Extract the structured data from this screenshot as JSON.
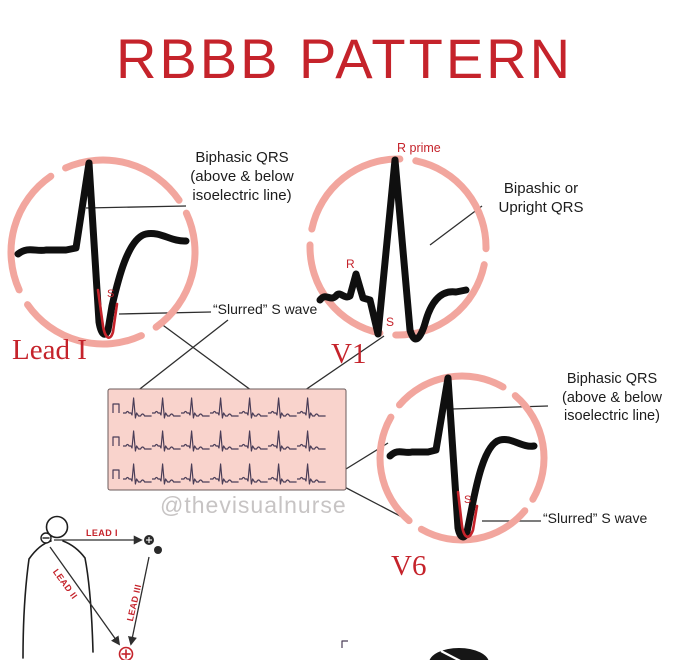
{
  "title": "RBBB PATTERN",
  "watermark": "@thevisualnurse",
  "leads": {
    "lead1": {
      "label": "Lead I",
      "annotation_biphasic": "Biphasic QRS\n(above & below\nisoelectric line)",
      "annotation_slurred": "“Slurred” S wave",
      "marker_s": "S"
    },
    "v1": {
      "label": "V1",
      "marker_r_prime": "R prime",
      "marker_r": "R",
      "marker_s": "S",
      "annotation_qrs": "Bipashic or\nUpright QRS"
    },
    "v6": {
      "label": "V6",
      "annotation_biphasic": "Biphasic QRS\n(above & below\nisoelectric line)",
      "annotation_slurred": "“Slurred” S wave",
      "marker_s": "S"
    }
  },
  "body_map": {
    "lead1_label": "LEAD I",
    "lead2_label": "LEAD II",
    "lead3_label": "LEAD III"
  },
  "colors": {
    "accent_red": "#c5232b",
    "arc_pink": "#f2a69e",
    "strip_pink": "#f9d3cc",
    "trace_purple": "#4a3d57"
  }
}
